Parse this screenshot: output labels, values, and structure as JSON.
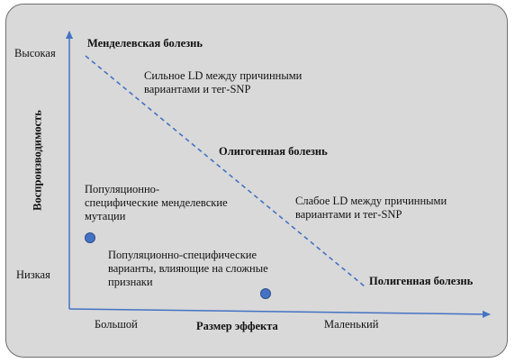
{
  "labels": {
    "y_high": "Высокая",
    "y_low": "Низкая",
    "y_axis": "Воспроизводимость",
    "x_big": "Большой",
    "x_small": "Маленький",
    "x_axis": "Размер эффекта",
    "mendelian": "Менделевская болезнь",
    "strong_ld_line1": "Сильное LD между причинными",
    "strong_ld_line2": "вариантами и тег-SNP",
    "oligogenic": "Олигогенная болезнь",
    "weak_ld_line1": "Слабое LD между причинными",
    "weak_ld_line2": "вариантами и тег-SNP",
    "polygenic": "Полигенная болезнь",
    "pop_mendel_line1": "Популяционно-",
    "pop_mendel_line2": "специфические менделевские",
    "pop_mendel_line3": "мутации",
    "pop_complex_line1": "Популяционно-специфические",
    "pop_complex_line2": "варианты, влияющие на сложные",
    "pop_complex_line3": "признаки"
  },
  "colors": {
    "axis": "#4472c4",
    "dash": "#4472c4",
    "dot_fill": "#4472c4",
    "dot_stroke": "#2f4f8a",
    "panel": "#d9d9d9"
  }
}
